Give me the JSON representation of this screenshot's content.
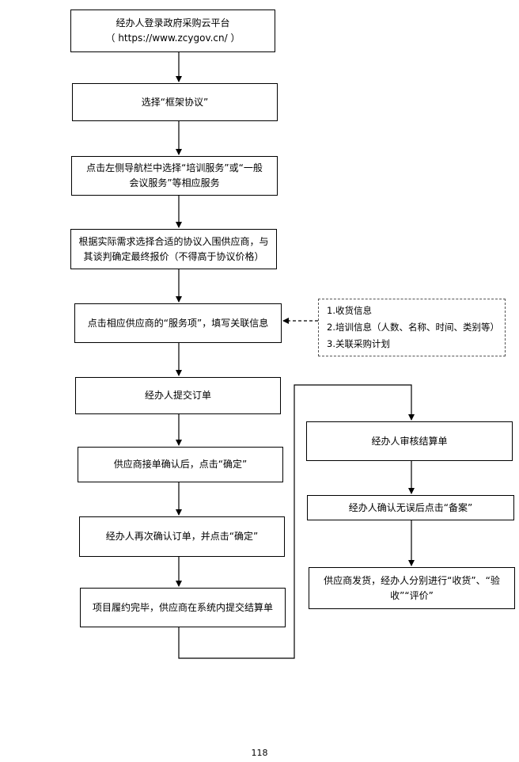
{
  "steps": {
    "login": {
      "line1": "经办人登录政府采购云平台",
      "line2": "（ https://www.zcygov.cn/ ）"
    },
    "select_framework": "选择“框架协议”",
    "select_service": {
      "line1": "点击左侧导航栏中选择“培训服务”或“一般",
      "line2": "会议服务”等相应服务"
    },
    "negotiate": {
      "line1": "根据实际需求选择合适的协议入围供应商，与",
      "line2": "其谈判确定最终报价（不得高于协议价格）"
    },
    "fill_info": "点击相应供应商的“服务项”，填写关联信息",
    "submit_order": "经办人提交订单",
    "supplier_confirm": "供应商接单确认后，点击“确定”",
    "handler_reconfirm": "经办人再次确认订单，并点击“确定”",
    "submit_settlement": "项目履约完毕，供应商在系统内提交结算单",
    "review_settlement": "经办人审核结算单",
    "file_record": "经办人确认无误后点击“备案”",
    "delivery": {
      "line1": "供应商发货，经办人分别进行“收货”、“验",
      "line2": "收”“评价”"
    }
  },
  "note": {
    "items": [
      "1.收货信息",
      "2.培训信息（人数、名称、时间、类别等）",
      "3.关联采购计划"
    ]
  },
  "page_number": "118"
}
